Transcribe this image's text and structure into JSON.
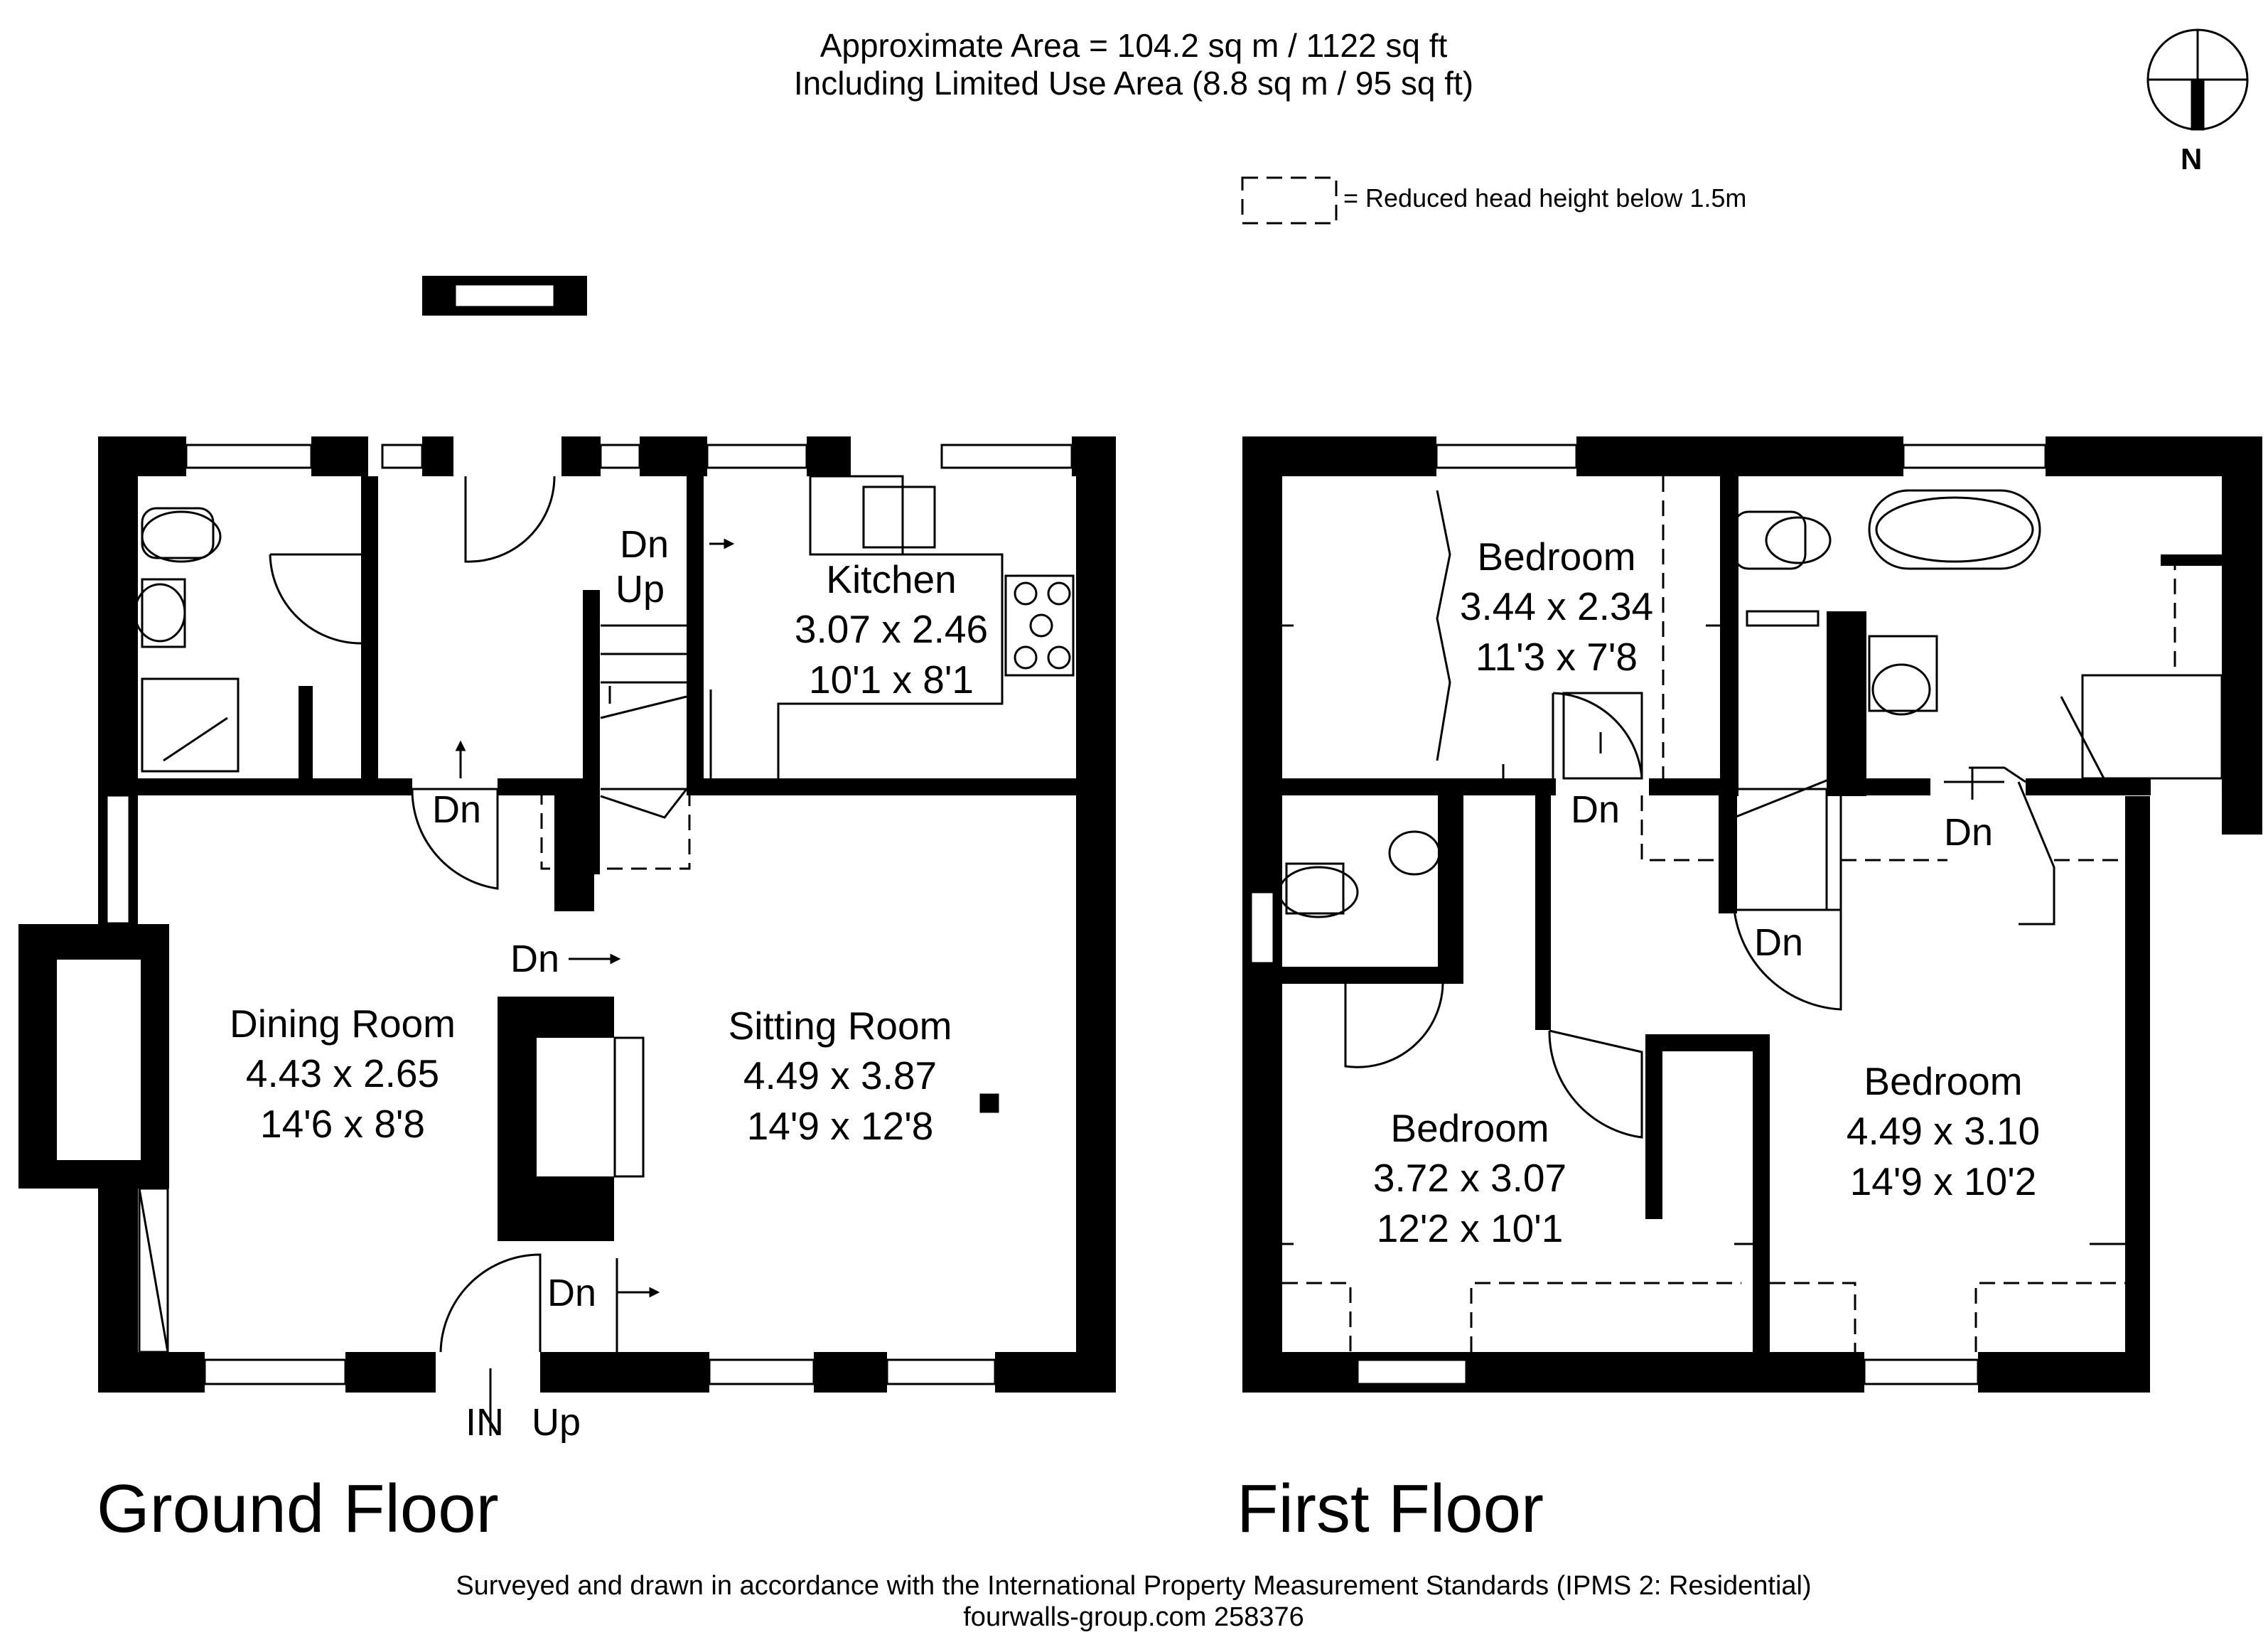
{
  "header": {
    "area_line": "Approximate  Area = 104.2 sq m / 1122 sq ft",
    "limited_use_line": "Including Limited Use Area (8.8 sq m / 95 sq ft)"
  },
  "legend": {
    "reduced_head_height": "= Reduced head height below 1.5m"
  },
  "compass": {
    "north": "N"
  },
  "ground_floor": {
    "title": "Ground Floor",
    "rooms": [
      {
        "name": "Kitchen",
        "metric": "3.07 x 2.46",
        "imperial": "10'1 x 8'1"
      },
      {
        "name": "Dining Room",
        "metric": "4.43 x 2.65",
        "imperial": "14'6 x 8'8"
      },
      {
        "name": "Sitting Room",
        "metric": "4.49 x 3.87",
        "imperial": "14'9 x 12'8"
      }
    ],
    "labels": {
      "dn_hall": "Dn",
      "up_hall": "Up",
      "dn_wc": "Dn",
      "dn_sitting": "Dn",
      "dn_entrance": "Dn",
      "in": "IN",
      "up_entrance": "Up"
    }
  },
  "first_floor": {
    "title": "First Floor",
    "rooms": [
      {
        "name": "Bedroom",
        "metric": "3.44 x 2.34",
        "imperial": "11'3 x 7'8"
      },
      {
        "name": "Bedroom",
        "metric": "3.72 x 3.07",
        "imperial": "12'2 x 10'1"
      },
      {
        "name": "Bedroom",
        "metric": "4.49 x 3.10",
        "imperial": "14'9 x 10'2"
      }
    ],
    "labels": {
      "dn_landing": "Dn",
      "dn_bath": "Dn",
      "dn_stairs": "Dn"
    }
  },
  "footer": {
    "standard": "Surveyed and drawn in accordance with the International Property Measurement Standards (IPMS 2: Residential)",
    "reference": "fourwalls-group.com 258376"
  }
}
